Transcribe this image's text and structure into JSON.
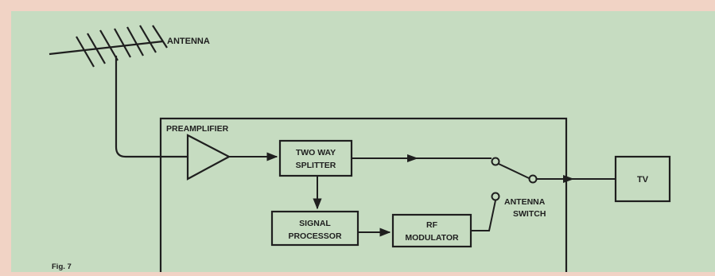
{
  "colors": {
    "border": "#f1d3c5",
    "panel": "#c6dcc1",
    "ink": "#1f1f1f",
    "box_fill": "#c6dcc1"
  },
  "labels": {
    "antenna": "ANTENNA",
    "preamplifier": "PREAMPLIFIER",
    "splitter_line1": "TWO WAY",
    "splitter_line2": "SPLITTER",
    "processor_line1": "SIGNAL",
    "processor_line2": "PROCESSOR",
    "modulator_line1": "RF",
    "modulator_line2": "MODULATOR",
    "switch_line1": "ANTENNA",
    "switch_line2": "SWITCH",
    "tv": "TV",
    "figure": "Fig. 7"
  }
}
